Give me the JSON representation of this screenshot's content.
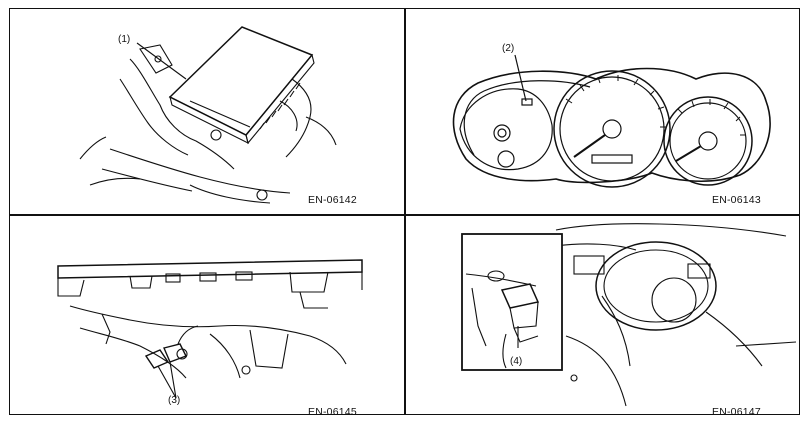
{
  "panels": [
    {
      "code": "EN-06142",
      "callouts": [
        "(1)"
      ]
    },
    {
      "code": "EN-06143",
      "callouts": [
        "(2)"
      ]
    },
    {
      "code": "EN-06145",
      "callouts": [
        "(3)"
      ]
    },
    {
      "code": "EN-06147",
      "callouts": [
        "(4)"
      ]
    }
  ]
}
